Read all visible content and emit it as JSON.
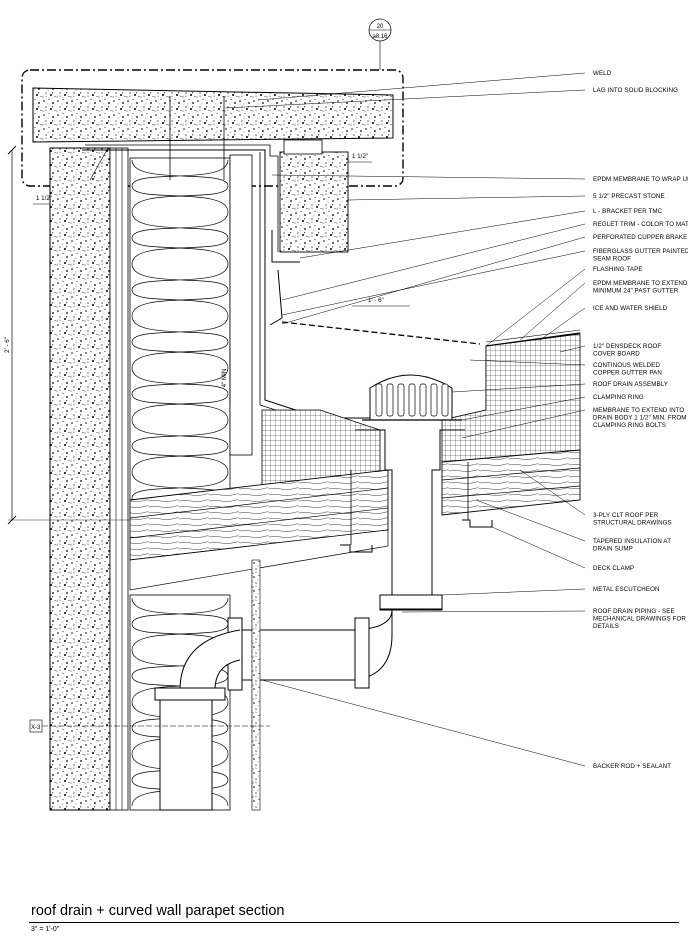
{
  "title": "roof drain + curved wall parapet section",
  "scale": "3\" = 1'-0\"",
  "section_tag": {
    "number": "20",
    "sheet": "a8.16"
  },
  "grid_tag": "X-3",
  "dimensions": {
    "top_right": "1 1/2\"",
    "left_small": "1 1/2\"",
    "horizontal": "1' - 6\"",
    "vertical_left": "2' - 6\"",
    "vertical_min": "4\" MIN"
  },
  "callouts": [
    {
      "lines": [
        "WELD"
      ]
    },
    {
      "lines": [
        "LAG INTO SOLID BLOCKING"
      ]
    },
    {
      "lines": [
        "EPDM MEMBRANE TO WRAP UP AND OVER PARAPET"
      ]
    },
    {
      "lines": [
        "5 1/2\" PRECAST STONE"
      ]
    },
    {
      "lines": [
        "L - BRACKET PER TMC"
      ]
    },
    {
      "lines": [
        "REGLET TRIM - COLOR TO MATCH STONE"
      ]
    },
    {
      "lines": [
        "PERFORATED CUPPER BRAKE METAL GRATE"
      ]
    },
    {
      "lines": [
        "FIBERGLASS GUTTER PAINTED TO MATCH STANDING",
        "SEAM ROOF"
      ]
    },
    {
      "lines": [
        "FLASHING TAPE"
      ]
    },
    {
      "lines": [
        "EPDM MEMBRANE TO EXTEND",
        "MINIMUM 24\" PAST GUTTER"
      ]
    },
    {
      "lines": [
        "ICE AND WATER SHIELD"
      ]
    },
    {
      "lines": [
        "1/2\" DENSDECK ROOF",
        "COVER BOARD"
      ]
    },
    {
      "lines": [
        "CONTINOUS WELDED",
        "COPPER GUTTER PAN"
      ]
    },
    {
      "lines": [
        "ROOF DRAIN ASSEMBLY"
      ]
    },
    {
      "lines": [
        "CLAMPING RING"
      ]
    },
    {
      "lines": [
        "MEMBRANE TO EXTEND INTO",
        "DRAIN BODY 1 1/2\" MIN. FROM",
        "CLAMPING RING BOLTS"
      ]
    },
    {
      "lines": [
        "3-PLY CLT ROOF PER",
        "STRUCTURAL DRAWINGS"
      ]
    },
    {
      "lines": [
        "TAPERED INSULATION AT",
        "DRAIN SUMP"
      ]
    },
    {
      "lines": [
        "DECK CLAMP"
      ]
    },
    {
      "lines": [
        "METAL ESCUTCHEON"
      ]
    },
    {
      "lines": [
        "ROOF DRAIN PIPING - SEE",
        "MECHANICAL DRAWINGS FOR",
        "DETAILS"
      ]
    },
    {
      "lines": [
        "BACKER ROD + SEALANT"
      ]
    }
  ]
}
